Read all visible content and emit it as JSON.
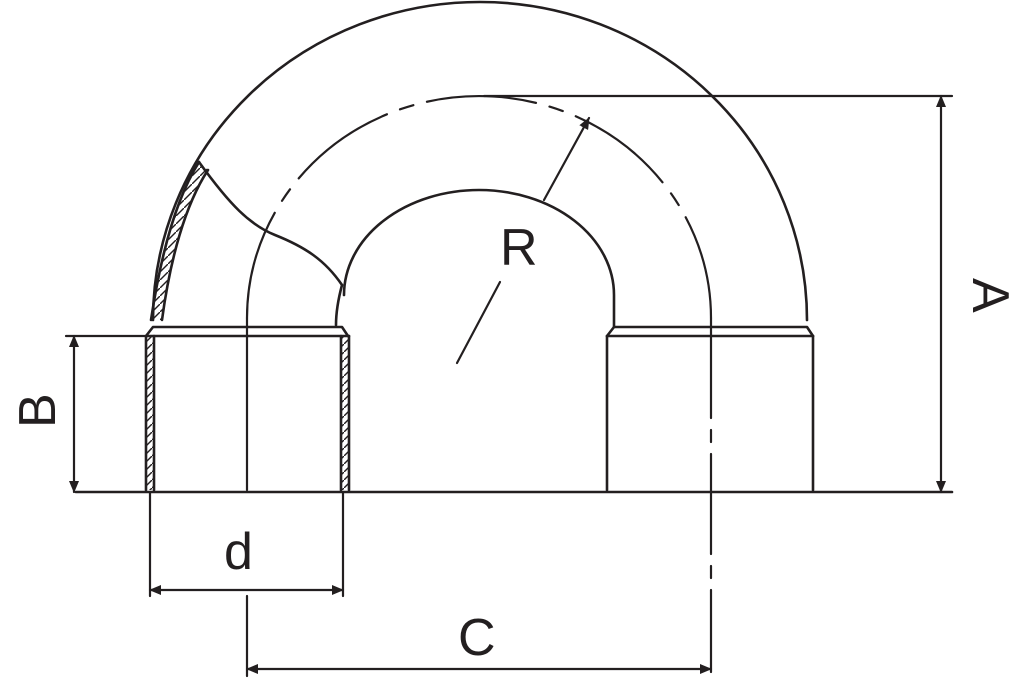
{
  "diagram": {
    "labels": {
      "A": "A",
      "B": "B",
      "C": "C",
      "d": "d",
      "R": "R"
    },
    "colors": {
      "line": "#231f20",
      "background": "#ffffff"
    }
  }
}
